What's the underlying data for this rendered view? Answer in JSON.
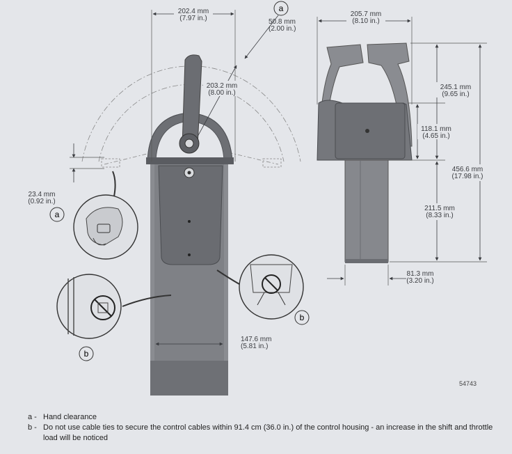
{
  "figure_id": "54743",
  "callouts": {
    "a": "a",
    "b": "b"
  },
  "dimensions": {
    "width_arc_mm": "202.4 mm",
    "width_arc_in": "(7.97 in.)",
    "arc_offset_mm": "50.8 mm",
    "arc_offset_in": "(2.00 in.)",
    "lever_radius_mm": "203.2 mm",
    "lever_radius_in": "(8.00 in.)",
    "hand_clearance_mm": "23.4 mm",
    "hand_clearance_in": "(0.92 in.)",
    "base_width_mm": "147.6 mm",
    "base_width_in": "(5.81 in.)",
    "side_width_mm": "205.7 mm",
    "side_width_in": "(8.10 in.)",
    "upper_height_mm": "245.1 mm",
    "upper_height_in": "(9.65 in.)",
    "mid_height_mm": "118.1 mm",
    "mid_height_in": "(4.65 in.)",
    "total_height_mm": "456.6 mm",
    "total_height_in": "(17.98 in.)",
    "lower_height_mm": "211.5 mm",
    "lower_height_in": "(8.33 in.)",
    "side_depth_mm": "81.3 mm",
    "side_depth_in": "(3.20 in.)"
  },
  "legend": [
    {
      "key": "a -",
      "text": "Hand clearance"
    },
    {
      "key": "b -",
      "text": "Do not use cable ties to secure the control cables within 91.4 cm (36.0 in.) of the control housing - an increase in the shift and throttle load will be noticed"
    }
  ],
  "colors": {
    "paper": "#e4e6ea",
    "housing": "#7b7d82",
    "housing_dark": "#5d5f63",
    "line": "#3a3c40"
  }
}
